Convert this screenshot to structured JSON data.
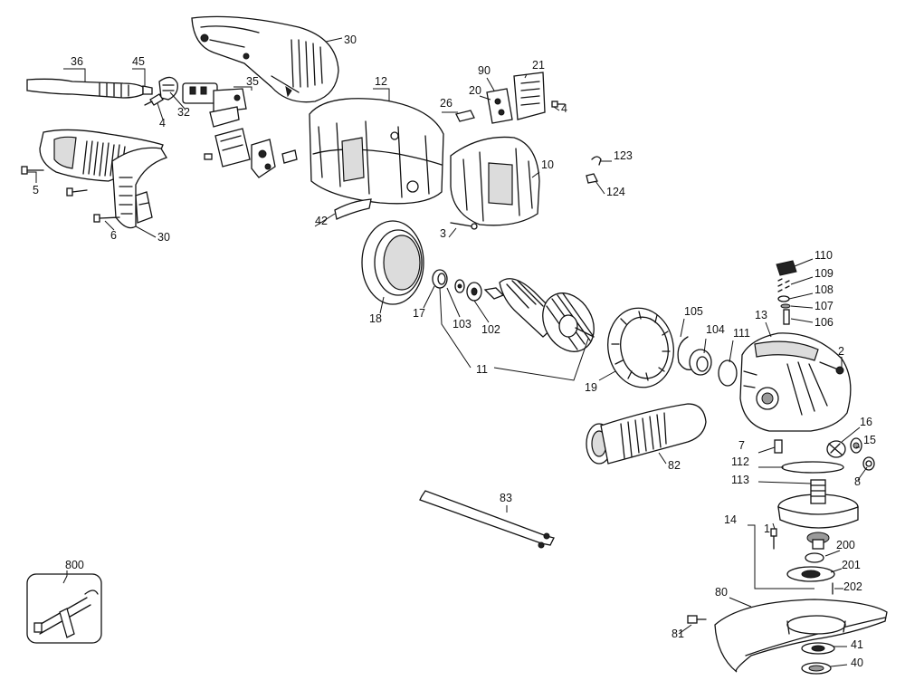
{
  "diagram": {
    "part_labels": [
      "36",
      "45",
      "4",
      "32",
      "35",
      "30",
      "12",
      "26",
      "90",
      "20",
      "21",
      "4",
      "5",
      "6",
      "30",
      "42",
      "123",
      "124",
      "10",
      "3",
      "18",
      "17",
      "103",
      "102",
      "11",
      "19",
      "105",
      "104",
      "111",
      "13",
      "110",
      "109",
      "108",
      "107",
      "106",
      "2",
      "82",
      "7",
      "16",
      "15",
      "112",
      "113",
      "8",
      "83",
      "14",
      "1",
      "200",
      "201",
      "202",
      "800",
      "80",
      "81",
      "41",
      "40"
    ]
  }
}
